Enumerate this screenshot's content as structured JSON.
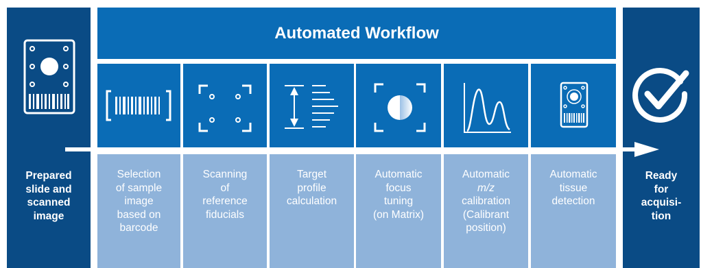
{
  "header": {
    "title": "Automated Workflow"
  },
  "start": {
    "label": "Prepared\nslide and\nscanned\nimage",
    "icon": "slide-barcode-icon"
  },
  "end": {
    "label": "Ready\nfor\nacquisi-\ntion",
    "icon": "checkmark-circle-icon"
  },
  "steps": [
    {
      "label": "Selection\nof sample\nimage\nbased on\nbarcode",
      "icon": "barcode-scan-icon"
    },
    {
      "label": "Scanning\nof\nreference\nfiducials",
      "icon": "fiducial-corners-icon"
    },
    {
      "label": "Target\nprofile\ncalculation",
      "icon": "profile-height-icon"
    },
    {
      "label_line1": "Automatic",
      "label_line2": "m/z",
      "label_line3": "calibration\n(Calibrant\nposition)",
      "icon": "spectrum-peaks-icon"
    },
    {
      "label": "Automatic\nfocus\ntuning\n(on Matrix)",
      "icon": "focus-lens-icon"
    },
    {
      "label": "Automatic\ntissue\ndetection",
      "icon": "tissue-slide-icon"
    }
  ],
  "colors": {
    "dark": "#0a4b85",
    "mid": "#0a6cb6",
    "light": "#8fb3da",
    "arrow": "#ffffff"
  }
}
